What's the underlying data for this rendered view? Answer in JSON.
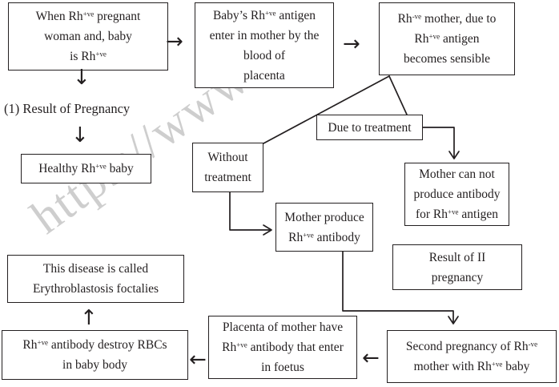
{
  "page": {
    "bg": "#ffffff",
    "ink": "#231f20",
    "watermark": {
      "text": "https://www.stu",
      "color": "#c3c3c3"
    }
  },
  "labels": {
    "result_of_pregnancy": "(1) Result of Pregnancy"
  },
  "arrows": {
    "right": "→",
    "down": "↓",
    "left": "←",
    "up": "↑"
  },
  "nodes": {
    "when_rh_positive": {
      "text": "When Rh^{+ve} pregnant\nwoman and, baby\nis Rh^{+ve}"
    },
    "baby_antigen": {
      "text": "Baby’s Rh^{+ve} antigen\nenter in mother by the\nblood of\nplacenta"
    },
    "mother_sensible": {
      "text": "Rh^{-ve} mother, due to\nRh^{+ve} antigen\nbecomes sensible"
    },
    "healthy_baby": {
      "text": "Healthy Rh^{+ve} baby"
    },
    "without_treatment": {
      "text": "Without\ntreatment"
    },
    "due_to_treatment": {
      "text": "Due to treatment"
    },
    "mother_cannot": {
      "text": "Mother can not\nproduce antibody\nfor Rh^{+ve} antigen"
    },
    "mother_produce": {
      "text": "Mother produce\nRh^{+ve} antibody"
    },
    "result_ii": {
      "text": "Result of II\npregnancy"
    },
    "disease_called": {
      "text": "This disease is called\nErythroblastosis foctalies"
    },
    "antibody_destroy": {
      "text": "Rh^{+ve} antibody destroy RBCs\nin baby body"
    },
    "placenta_antibody": {
      "text": "Placenta of mother have\nRh^{+ve} antibody that enter\nin foetus"
    },
    "second_pregnancy": {
      "text": "Second pregnancy of Rh^{-ve}\nmother with Rh^{+ve} baby"
    }
  }
}
